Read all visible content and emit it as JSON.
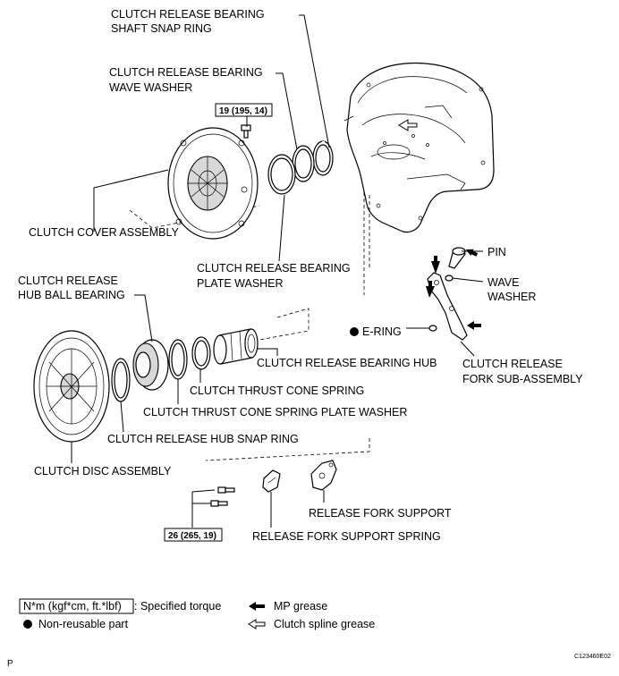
{
  "labels": {
    "shaft_snap_ring_1": "CLUTCH RELEASE BEARING",
    "shaft_snap_ring_2": "SHAFT SNAP RING",
    "wave_washer_1": "CLUTCH RELEASE BEARING",
    "wave_washer_2": "WAVE WASHER",
    "clutch_cover": "CLUTCH COVER ASSEMBLY",
    "plate_washer_1": "CLUTCH RELEASE BEARING",
    "plate_washer_2": "PLATE WASHER",
    "hub_ball_bearing_1": "CLUTCH RELEASE",
    "hub_ball_bearing_2": "HUB BALL BEARING",
    "pin": "PIN",
    "fork_wave_washer_1": "WAVE",
    "fork_wave_washer_2": "WASHER",
    "e_ring": "E-RING",
    "bearing_hub": "CLUTCH RELEASE BEARING HUB",
    "fork_sub_assembly_1": "CLUTCH RELEASE",
    "fork_sub_assembly_2": "FORK SUB-ASSEMBLY",
    "thrust_cone_spring": "CLUTCH THRUST CONE SPRING",
    "thrust_cone_plate_washer": "CLUTCH THRUST CONE SPRING PLATE WASHER",
    "hub_snap_ring": "CLUTCH RELEASE HUB SNAP RING",
    "clutch_disc": "CLUTCH DISC ASSEMBLY",
    "release_fork_support": "RELEASE FORK SUPPORT",
    "release_fork_support_spring": "RELEASE FORK SUPPORT SPRING"
  },
  "torque_specs": {
    "cover_bolt": "19 (195, 14)",
    "fork_support_bolt": "26 (265, 19)"
  },
  "legend": {
    "torque_unit_box": "N*m (kgf*cm, ft.*lbf)",
    "torque_unit_desc": ": Specified torque",
    "non_reusable": "Non-reusable part",
    "mp_grease": "MP grease",
    "spline_grease": "Clutch spline grease"
  },
  "footer": {
    "page_letter": "P",
    "figure_id": "C123460E02"
  },
  "colors": {
    "ink": "#000000",
    "paper": "#ffffff"
  }
}
